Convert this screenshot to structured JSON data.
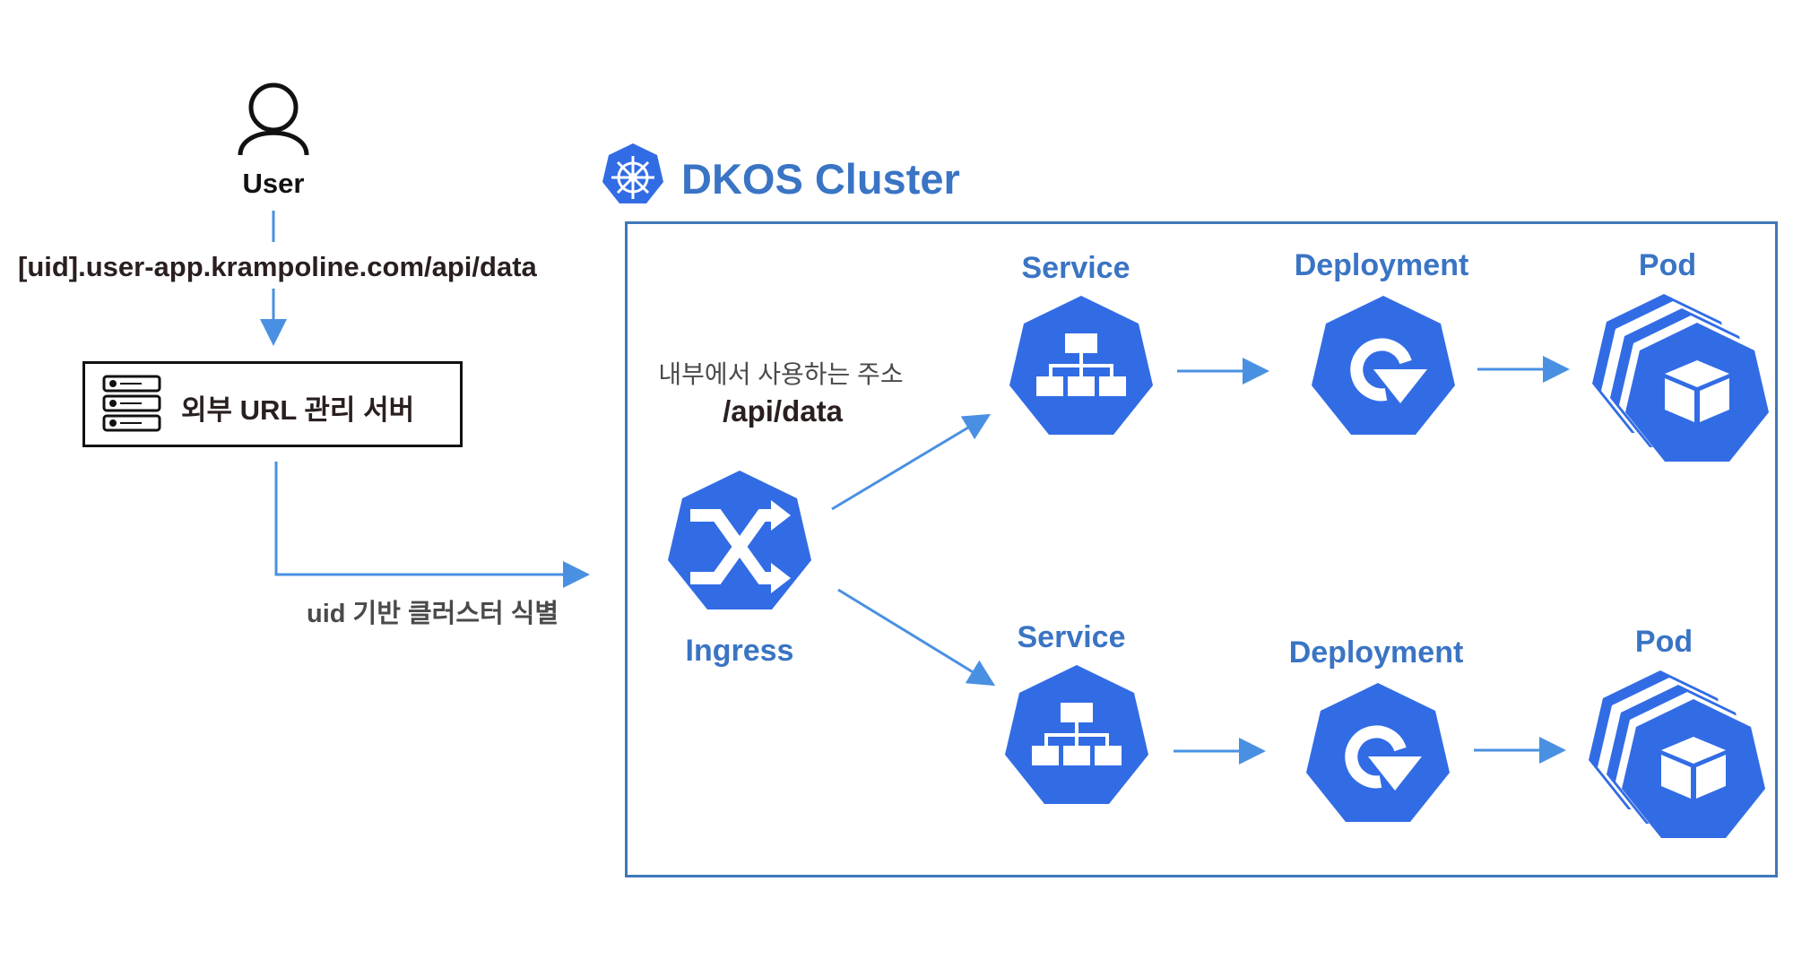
{
  "user": {
    "label": "User",
    "icon": "user-icon"
  },
  "request_url": "[uid].user-app.krampoline.com/api/data",
  "external_server": {
    "label": "외부 URL 관리 서버",
    "icon": "server-icon"
  },
  "identify_label": "uid 기반 클러스터 식별",
  "cluster": {
    "title": "DKOS Cluster",
    "icon": "kubernetes-helm-icon"
  },
  "internal_address": {
    "caption": "내부에서 사용하는 주소",
    "path": "/api/data"
  },
  "ingress": {
    "label": "Ingress",
    "icon": "shuffle-icon"
  },
  "branches": [
    {
      "service_label": "Service",
      "deployment_label": "Deployment",
      "pod_label": "Pod"
    },
    {
      "service_label": "Service",
      "deployment_label": "Deployment",
      "pod_label": "Pod"
    }
  ],
  "colors": {
    "k8s_blue": "#326ce5",
    "title_blue": "#3a74c4",
    "arrow_blue": "#4a90e2",
    "border_blue": "#3e78b8"
  }
}
